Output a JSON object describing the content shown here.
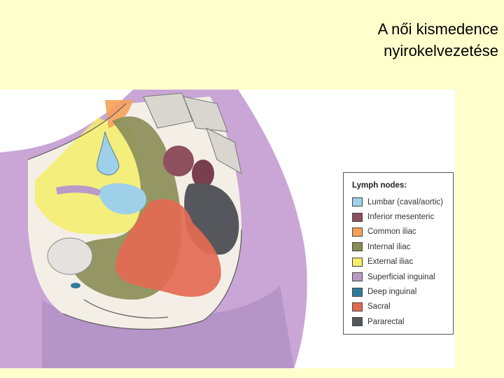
{
  "title": {
    "line1": "A női kismedence",
    "line2": "nyirokelvezetése"
  },
  "legend": {
    "title": "Lymph nodes:",
    "items": [
      {
        "label": "Lumbar (caval/aortic)",
        "color": "#9FD0EA"
      },
      {
        "label": "Inferior mesenteric",
        "color": "#8E4F5E"
      },
      {
        "label": "Common iliac",
        "color": "#F6A15A"
      },
      {
        "label": "Internal iliac",
        "color": "#8A8C55"
      },
      {
        "label": "External iliac",
        "color": "#F3ED6A"
      },
      {
        "label": "Superficial inguinal",
        "color": "#B99AC9"
      },
      {
        "label": "Deep inguinal",
        "color": "#2F7C9C"
      },
      {
        "label": "Sacral",
        "color": "#E36A52"
      },
      {
        "label": "Pararectal",
        "color": "#56575C"
      }
    ]
  }
}
